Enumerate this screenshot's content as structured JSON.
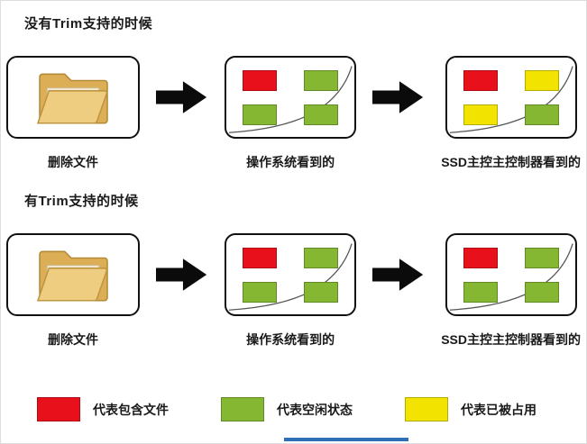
{
  "sections": [
    {
      "title": "没有Trim支持的时候",
      "steps": [
        {
          "type": "folder",
          "label": "删除文件"
        },
        {
          "type": "card",
          "label": "操作系统看到的",
          "blocks": [
            "red",
            "green",
            "green",
            "green"
          ]
        },
        {
          "type": "card",
          "label": "SSD主控主控制器看到的",
          "blocks": [
            "red",
            "yellow",
            "yellow",
            "green"
          ]
        }
      ]
    },
    {
      "title": "有Trim支持的时候",
      "steps": [
        {
          "type": "folder",
          "label": "删除文件"
        },
        {
          "type": "card",
          "label": "操作系统看到的",
          "blocks": [
            "red",
            "green",
            "green",
            "green"
          ]
        },
        {
          "type": "card",
          "label": "SSD主控主控制器看到的",
          "blocks": [
            "red",
            "green",
            "green",
            "green"
          ]
        }
      ]
    }
  ],
  "legend": [
    {
      "color": "red",
      "label": "代表包含文件"
    },
    {
      "color": "green",
      "label": "代表空闲状态"
    },
    {
      "color": "yellow",
      "label": "代表已被占用"
    }
  ],
  "colors": {
    "red": "#e8101a",
    "green": "#85b733",
    "yellow": "#f2e400",
    "bottom_bar": "#2f6fb8"
  }
}
